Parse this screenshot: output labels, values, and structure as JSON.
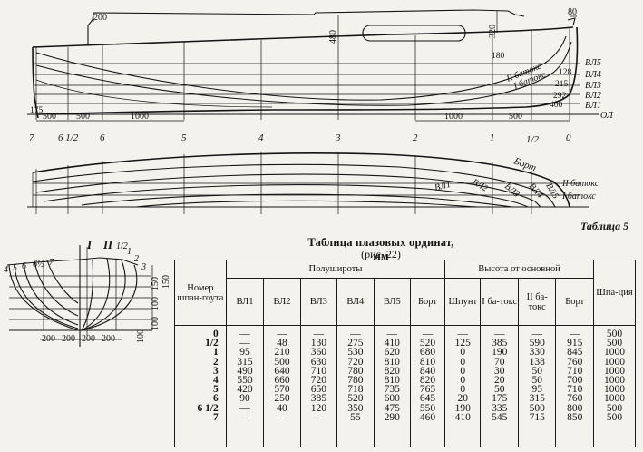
{
  "profile": {
    "dims": {
      "d200": "200",
      "d80": "80",
      "d480": "480",
      "d320": "320",
      "d180": "180",
      "d128": "128",
      "d215": "215",
      "d292": "292",
      "d400": "400",
      "d175": "175",
      "d500a": "500",
      "d500b": "500",
      "d1000a": "1000",
      "d1000b": "1000",
      "d500c": "500"
    },
    "labels": {
      "vl5": "ВЛ5",
      "vl4": "ВЛ4",
      "vl3": "ВЛ3",
      "vl2": "ВЛ2",
      "vl1": "ВЛ1",
      "ol": "ОЛ",
      "batoks2": "II батокс",
      "batoks1": "I батокс"
    },
    "stations": [
      "7",
      "6 1/2",
      "6",
      "5",
      "4",
      "3",
      "2",
      "1",
      "1/2",
      "0"
    ]
  },
  "plan": {
    "labels": {
      "bort": "Борт",
      "vl1": "ВЛ1",
      "vl2": "ВЛ2",
      "vl3": "ВЛ3",
      "vl4": "ВЛ4",
      "vl5": "ВЛ5",
      "batoks2": "II батокс",
      "batoks1": "I батокс"
    }
  },
  "body_plan": {
    "top_labels": {
      "i": "I",
      "ii": "II",
      "half": "1/2",
      "one": "1",
      "two": "2",
      "three": "3"
    },
    "side_labels": [
      "4",
      "5",
      "6",
      "6½",
      "7"
    ],
    "dims": {
      "d100a": "100",
      "d100b": "100",
      "d150": "150",
      "d150b": "150",
      "d100c": "100"
    },
    "bottom_dims": [
      "200",
      "200",
      "200",
      "200"
    ]
  },
  "table": {
    "caption_no": "Таблица 5",
    "title": "Таблица плазовых ординат, мм",
    "subtitle": "(рис. 22)",
    "headers": {
      "station": "Номер шпан-гоута",
      "half_breadth": "Полушироты",
      "height": "Высота от основной",
      "spacing": "Шпа-ция",
      "vl1": "ВЛ1",
      "vl2": "ВЛ2",
      "vl3": "ВЛ3",
      "vl4": "ВЛ4",
      "vl5": "ВЛ5",
      "bort": "Борт",
      "shpunt": "Шпунт",
      "b1": "I ба-токс",
      "b2": "II ба-токс",
      "bort2": "Борт"
    },
    "stations": [
      "0",
      "1/2",
      "1",
      "2",
      "3",
      "4",
      "5",
      "6",
      "6  1/2",
      "7"
    ],
    "columns": {
      "vl1": [
        "—",
        "—",
        "95",
        "315",
        "490",
        "550",
        "420",
        "90",
        "—",
        "—"
      ],
      "vl2": [
        "—",
        "48",
        "210",
        "500",
        "640",
        "660",
        "570",
        "250",
        "40",
        "—"
      ],
      "vl3": [
        "—",
        "130",
        "360",
        "630",
        "710",
        "720",
        "650",
        "385",
        "120",
        "—"
      ],
      "vl4": [
        "—",
        "275",
        "530",
        "720",
        "780",
        "780",
        "718",
        "520",
        "350",
        "55"
      ],
      "vl5": [
        "—",
        "410",
        "620",
        "810",
        "820",
        "810",
        "735",
        "600",
        "475",
        "290"
      ],
      "bort": [
        "—",
        "520",
        "680",
        "810",
        "840",
        "820",
        "765",
        "645",
        "550",
        "460"
      ],
      "shpunt": [
        "—",
        "125",
        "0",
        "0",
        "0",
        "0",
        "0",
        "20",
        "190",
        "410"
      ],
      "b1": [
        "—",
        "385",
        "190",
        "70",
        "30",
        "20",
        "50",
        "175",
        "335",
        "545"
      ],
      "b2": [
        "—",
        "590",
        "330",
        "138",
        "50",
        "50",
        "95",
        "315",
        "500",
        "715"
      ],
      "bort2": [
        "—",
        "915",
        "845",
        "760",
        "710",
        "700",
        "710",
        "760",
        "800",
        "850"
      ],
      "spacing": [
        "500",
        "500",
        "1000",
        "1000",
        "1000",
        "1000",
        "1000",
        "1000",
        "500",
        "500"
      ]
    }
  }
}
